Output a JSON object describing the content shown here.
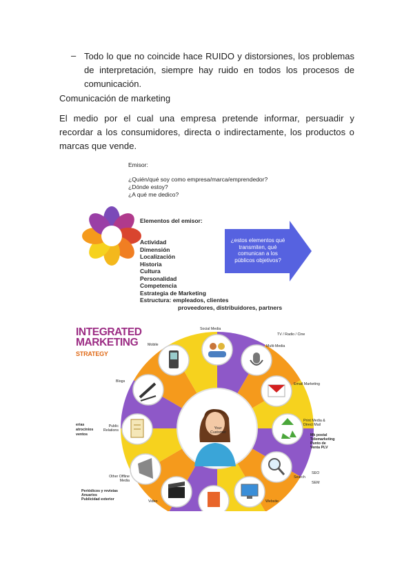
{
  "bullet": {
    "dash": "–",
    "text": "Todo lo que no coincide hace RUIDO y distorsiones, los problemas de interpretación, siempre hay ruido en todos los procesos de comunicación."
  },
  "heading": "Comunicación de marketing",
  "paragraph": "El medio por el cual una empresa pretende informar, persuadir y recordar a los consumidores, directa o indirectamente, los productos o marcas que vende.",
  "emisor_figure": {
    "title": "Emisor:",
    "questions": [
      "¿Quién/qué soy como empresa/marca/emprendedor?",
      "¿Dónde estoy?",
      "¿A qué me dedico?"
    ],
    "elements_title": "Elementos del emisor:",
    "elements": [
      "Actividad",
      "Dimensión",
      "Localización",
      "Historia",
      "Cultura",
      "Personalidad",
      "Competencia",
      "Estrategia de Marketing",
      "Estructura: empleados, clientes"
    ],
    "elements_cont": "proveedores, distribuidores, partners",
    "arrow_text": "¿estos elementos qué transmiten, qué comunican a los públicos objetivos?",
    "colors": {
      "arrow": "#5662e0"
    }
  },
  "ims_figure": {
    "title_line1": "INTEGRATED",
    "title_line2": "MARKETING",
    "subtitle": "STRATEGY",
    "center": "Your Customer",
    "labels": {
      "social": "Social Media",
      "tv": "TV / Radio / Cine",
      "multimedia": "Multi-Media",
      "email": "Email Marketing",
      "print": "Print Media & Direct Mail",
      "print_extra": [
        "Mk postal",
        "Telemarketing",
        "Punto de Venta PLV"
      ],
      "search": "Search",
      "seo": "SEO",
      "sem": "SEM",
      "website": "Website",
      "video": "Video",
      "other": "Other Offline Media",
      "other_extra": [
        "Periódicos y revistas",
        "Anuarios",
        "Publicidad exterior"
      ],
      "pr": "Public Relations",
      "pr_extra": [
        "erias",
        "atrocinios",
        "ventos"
      ],
      "blogs": "Blogs",
      "mobile": "Mobile"
    },
    "colors": {
      "title": "#9b2b83",
      "subtitle": "#e06a17",
      "wheel_purple": "#8e58c8",
      "wheel_orange": "#f59a1c",
      "wheel_yellow": "#f6d21e"
    }
  }
}
